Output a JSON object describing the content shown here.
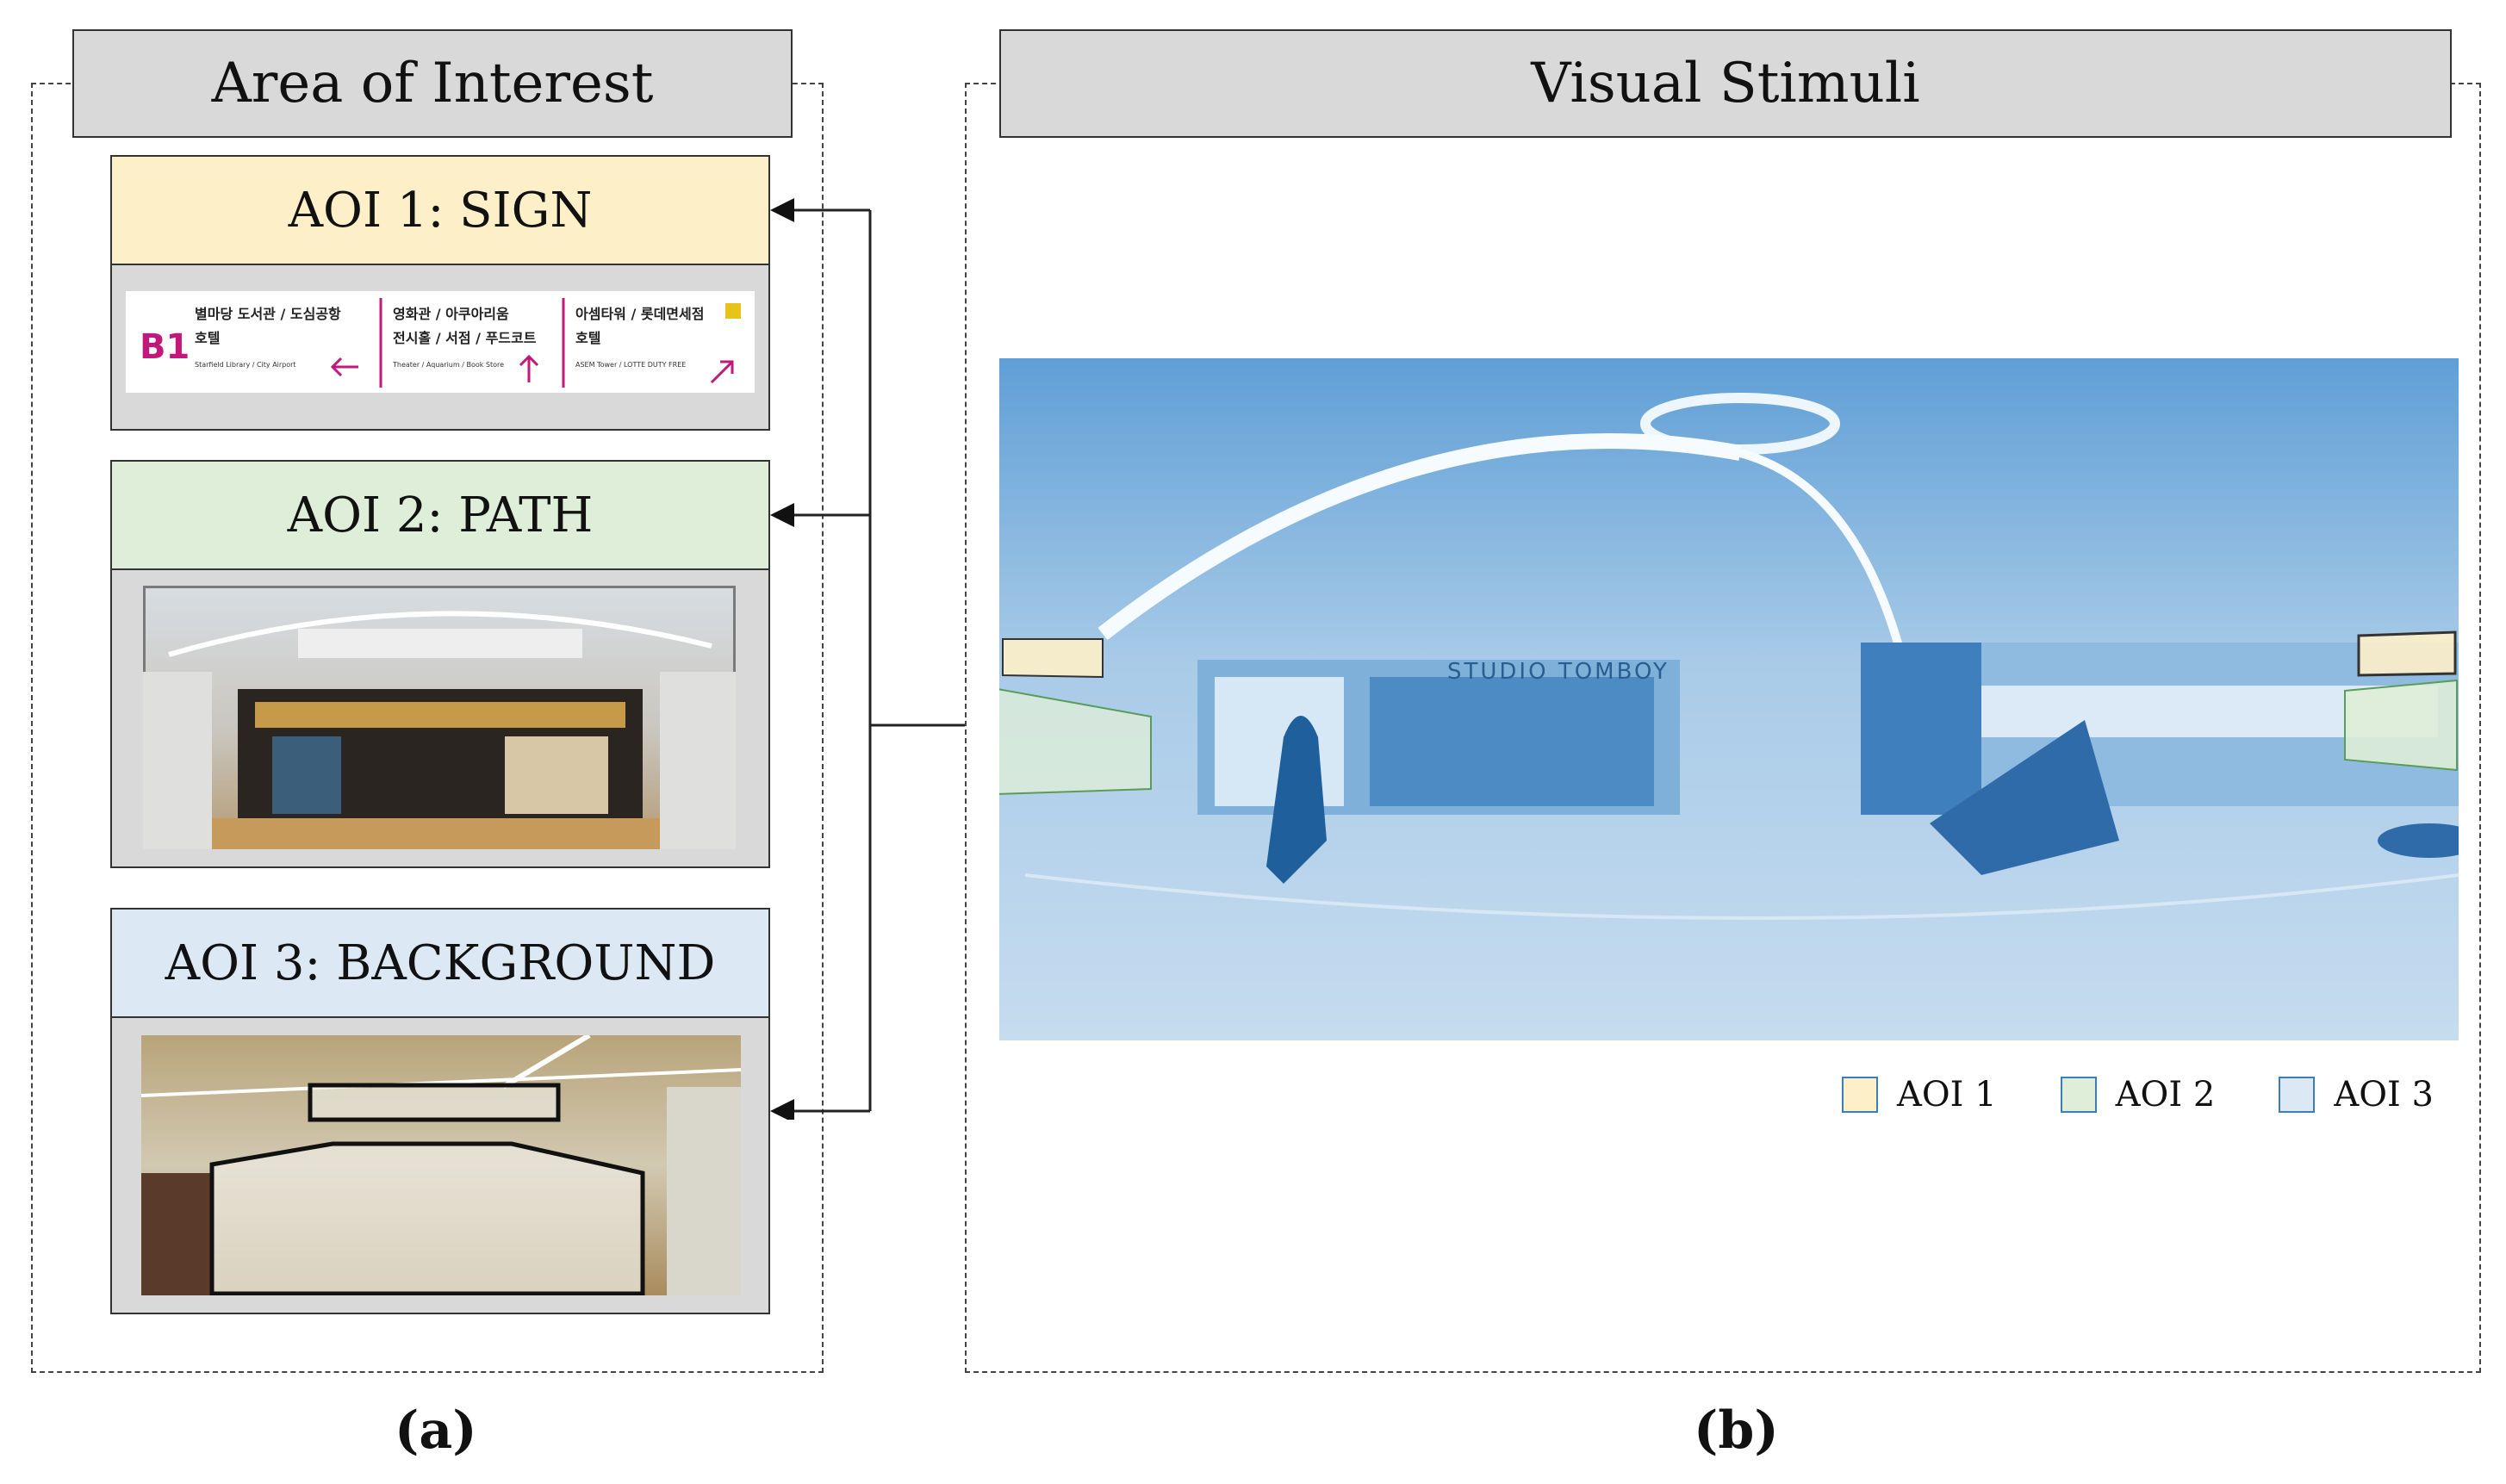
{
  "panel_a": {
    "title": "Area of Interest",
    "caption": "(a)",
    "aois": [
      {
        "label": "AOI 1: SIGN",
        "color": "#fdf0c8"
      },
      {
        "label": "AOI 2: PATH",
        "color": "#deeed8"
      },
      {
        "label": "AOI 3: BACKGROUND",
        "color": "#dce9f5"
      }
    ],
    "sign": {
      "floor": "B1",
      "col1_line1": "별마당 도서관 / 도심공항",
      "col1_line2": "호텔",
      "col1_en": "Starfield Library / City Airport",
      "col2_line1": "영화관 / 아쿠아리움",
      "col2_line2": "전시홀 / 서점 / 푸드코트",
      "col2_en": "Theater / Aquarium / Book Store",
      "col3_line1": "아셈타워 / 롯데면세점",
      "col3_line2": "호텔",
      "col3_en": "ASEM Tower / LOTTE DUTY FREE"
    }
  },
  "panel_b": {
    "title": "Visual Stimuli",
    "caption": "(b)",
    "store_sign": "STUDIO TOMBOY",
    "legend": [
      {
        "label": "AOI 1",
        "color": "#fdf0c8"
      },
      {
        "label": "AOI 2",
        "color": "#deeed8"
      },
      {
        "label": "AOI 3",
        "color": "#dce9f5"
      }
    ]
  }
}
